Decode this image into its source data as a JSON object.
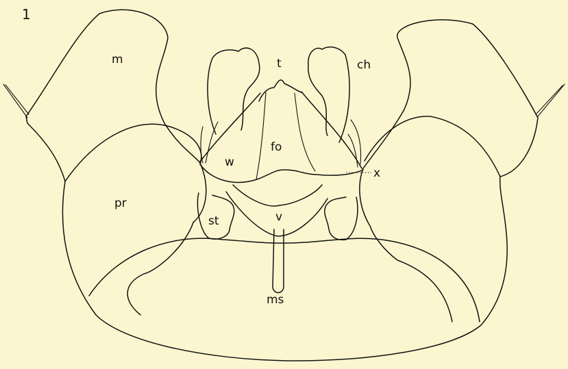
{
  "figure": {
    "number": "1",
    "labels": {
      "m": "m",
      "t": "t",
      "ch": "ch",
      "fo": "fo",
      "w": "w",
      "x": "x",
      "pr": "pr",
      "st": "st",
      "v": "v",
      "ms": "ms"
    }
  },
  "colors": {
    "background": "#fbf6cf",
    "ink": "#111111"
  }
}
